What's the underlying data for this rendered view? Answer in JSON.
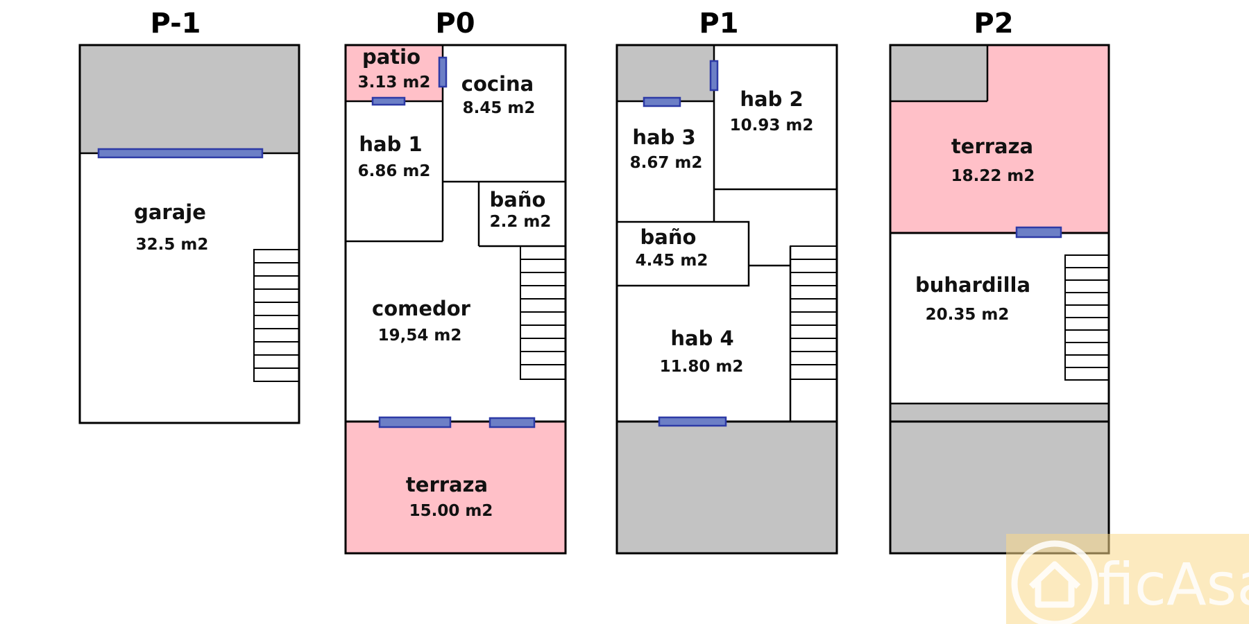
{
  "floors": [
    {
      "id": "p-1",
      "title": "P-1"
    },
    {
      "id": "p0",
      "title": "P0"
    },
    {
      "id": "p1",
      "title": "P1"
    },
    {
      "id": "p2",
      "title": "P2"
    }
  ],
  "rooms": {
    "garaje": {
      "name": "garaje",
      "area": "32.5 m2"
    },
    "patio": {
      "name": "patio",
      "area": "3.13 m2"
    },
    "cocina": {
      "name": "cocina",
      "area": "8.45 m2"
    },
    "hab1": {
      "name": "hab 1",
      "area": "6.86 m2"
    },
    "bano0": {
      "name": "baño",
      "area": "2.2 m2"
    },
    "comedor": {
      "name": "comedor",
      "area": "19,54 m2"
    },
    "terraza0": {
      "name": "terraza",
      "area": "15.00 m2"
    },
    "hab2": {
      "name": "hab 2",
      "area": "10.93 m2"
    },
    "hab3": {
      "name": "hab 3",
      "area": "8.67 m2"
    },
    "bano1": {
      "name": "baño",
      "area": "4.45 m2"
    },
    "hab4": {
      "name": "hab 4",
      "area": "11.80 m2"
    },
    "terraza2": {
      "name": "terraza",
      "area": "18.22 m2"
    },
    "buhardilla": {
      "name": "buhardilla",
      "area": "20.35 m2"
    }
  },
  "watermark": {
    "text": "ficAsa",
    "icon": "house-icon"
  },
  "colors": {
    "terrace": "#ffc0c8",
    "unbuilt": "#c3c3c3",
    "window": "#6c7fc6",
    "watermark": "#f9d98a"
  }
}
